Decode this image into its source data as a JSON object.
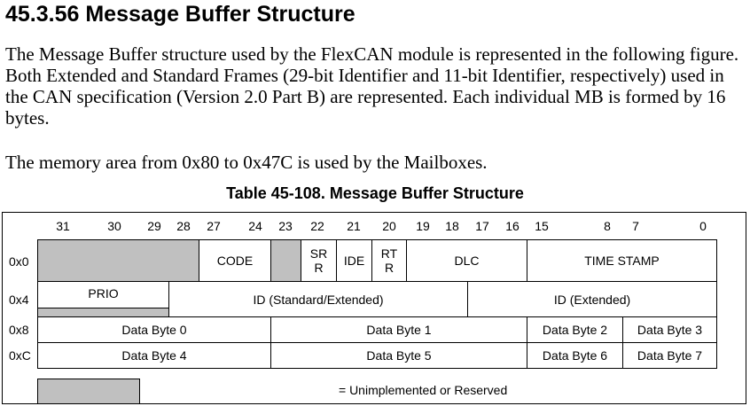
{
  "section": {
    "heading": "45.3.56 Message Buffer Structure",
    "paragraph1": "The Message Buffer structure used by the FlexCAN module is represented in the following figure. Both Extended and Standard Frames (29-bit Identifier and 11-bit Identifier, respectively) used in the CAN specification (Version 2.0 Part B) are represented. Each individual MB is formed by 16 bytes.",
    "paragraph2": "The memory area from 0x80 to 0x47C is used by the Mailboxes."
  },
  "table": {
    "caption": "Table 45-108.  Message Buffer Structure",
    "bit_labels": [
      "31",
      "30",
      "29",
      "28",
      "27",
      "24",
      "23",
      "22",
      "21",
      "20",
      "19",
      "18",
      "17",
      "16",
      "15",
      "8",
      "7",
      "0"
    ],
    "rows": [
      {
        "offset": "0x0",
        "fields": {
          "code": "CODE",
          "srr_line1": "SR",
          "srr_line2": "R",
          "ide": "IDE",
          "rtr_line1": "RT",
          "rtr_line2": "R",
          "dlc": "DLC",
          "timestamp": "TIME STAMP"
        }
      },
      {
        "offset": "0x4",
        "fields": {
          "prio": "PRIO",
          "id_std": "ID (Standard/Extended)",
          "id_ext": "ID (Extended)"
        }
      },
      {
        "offset": "0x8",
        "fields": {
          "b0": "Data Byte 0",
          "b1": "Data Byte 1",
          "b2": "Data Byte 2",
          "b3": "Data Byte 3"
        }
      },
      {
        "offset": "0xC",
        "fields": {
          "b0": "Data Byte 4",
          "b1": "Data Byte 5",
          "b2": "Data Byte 6",
          "b3": "Data Byte 7"
        }
      }
    ],
    "legend": "= Unimplemented or Reserved",
    "colors": {
      "reserved": "#c0c0c0"
    }
  }
}
